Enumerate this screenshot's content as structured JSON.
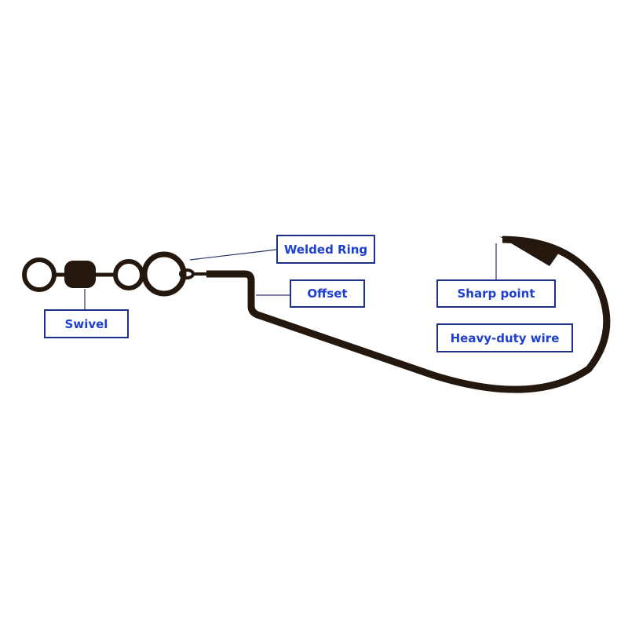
{
  "labels": {
    "welded_ring": "Welded Ring",
    "offset": "Offset",
    "swivel": "Swivel",
    "sharp_point": "Sharp point",
    "heavy_duty_wire": "Heavy-duty wire"
  },
  "colors": {
    "hook": "#24170e",
    "label_text": "#1f3fd0",
    "label_border": "#1e2f8a",
    "leader_line": "#2a3470"
  }
}
